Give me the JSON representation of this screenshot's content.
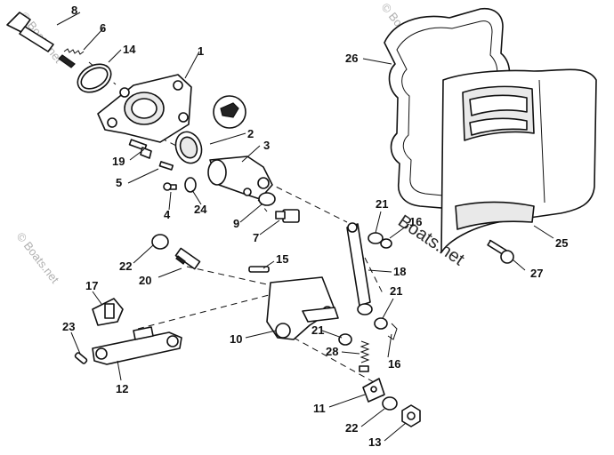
{
  "watermark": {
    "small": "© Boats.net",
    "large": "Boats.net"
  },
  "callouts": {
    "p1": "1",
    "p2": "2",
    "p3": "3",
    "p4": "4",
    "p5": "5",
    "p6": "6",
    "p7": "7",
    "p8": "8",
    "p9": "9",
    "p10": "10",
    "p11": "11",
    "p12": "12",
    "p13": "13",
    "p14": "14",
    "p15": "15",
    "p16a": "16",
    "p16b": "16",
    "p17": "17",
    "p18": "18",
    "p19": "19",
    "p20": "20",
    "p21a": "21",
    "p21b": "21",
    "p21c": "21",
    "p22a": "22",
    "p22b": "22",
    "p23": "23",
    "p24": "24",
    "p25": "25",
    "p26": "26",
    "p27": "27",
    "p28": "28"
  }
}
